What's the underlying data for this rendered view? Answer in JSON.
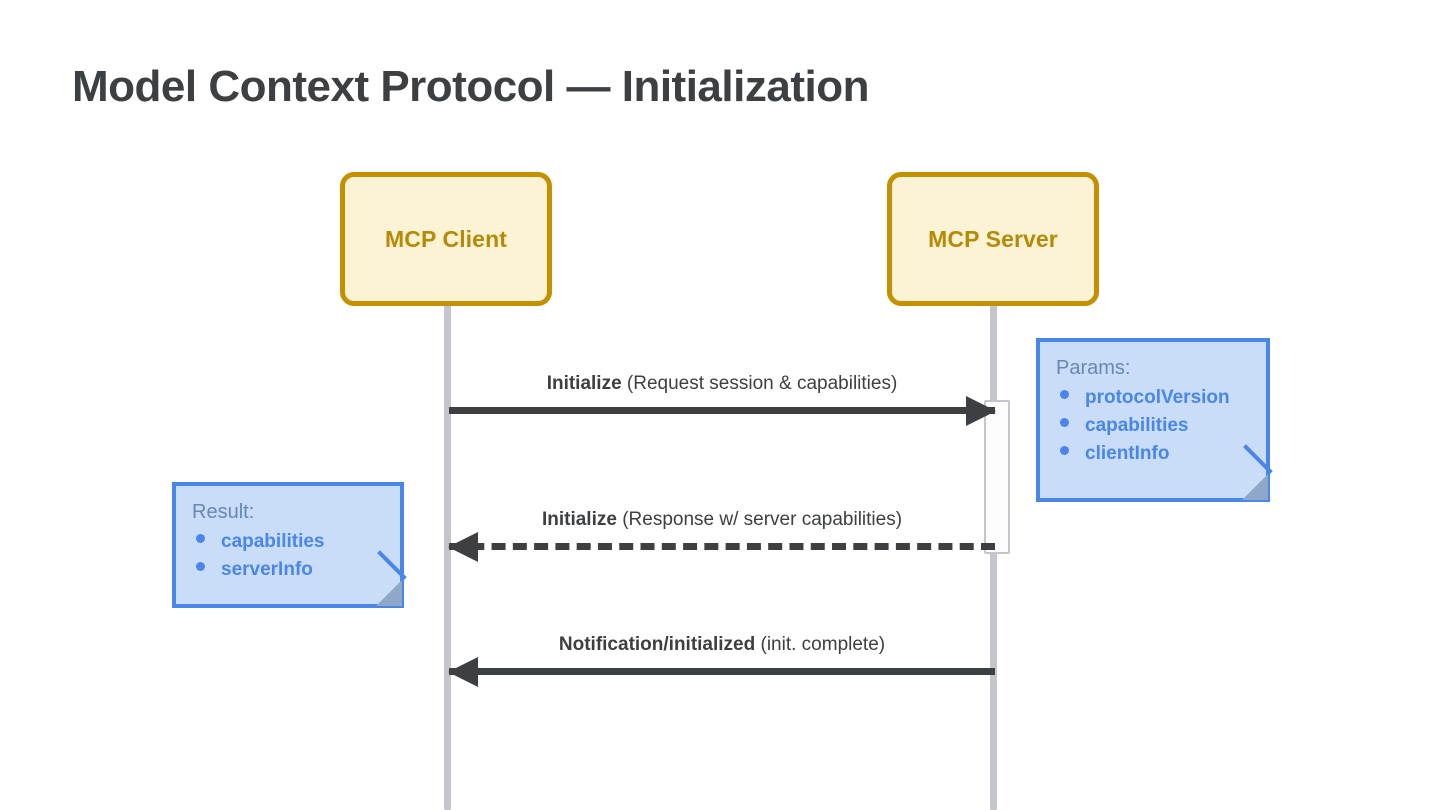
{
  "title": "Model Context Protocol — Initialization",
  "colors": {
    "title_text": "#3c4043",
    "participant_fill": "#fcf2d4",
    "participant_border": "#c49000",
    "participant_text": "#b58a06",
    "lifeline": "#c3c7cd",
    "arrow": "#3c4043",
    "note_fill": "#c9ddf8",
    "note_border": "#4a86e8",
    "note_title_text": "#6b85b5",
    "note_item_text": "#4a86e8",
    "background": "#ffffff"
  },
  "participants": [
    {
      "id": "client",
      "label": "MCP Client"
    },
    {
      "id": "server",
      "label": "MCP Server"
    }
  ],
  "messages": [
    {
      "id": "initialize-request",
      "strong": "Initialize",
      "rest": " (Request session & capabilities)",
      "direction": "client-to-server",
      "style": "solid"
    },
    {
      "id": "initialize-response",
      "strong": "Initialize",
      "rest": " (Response w/ server capabilities)",
      "direction": "server-to-client",
      "style": "dashed"
    },
    {
      "id": "notification-initialized",
      "strong": "Notification/initialized",
      "rest": " (init. complete)",
      "direction": "server-to-client",
      "style": "solid"
    }
  ],
  "notes": [
    {
      "id": "params-note",
      "title": "Params:",
      "items": [
        "protocolVersion",
        "capabilities",
        "clientInfo"
      ],
      "attached_to": "server"
    },
    {
      "id": "result-note",
      "title": "Result:",
      "items": [
        "capabilities",
        "serverInfo"
      ],
      "attached_to": "client"
    }
  ]
}
